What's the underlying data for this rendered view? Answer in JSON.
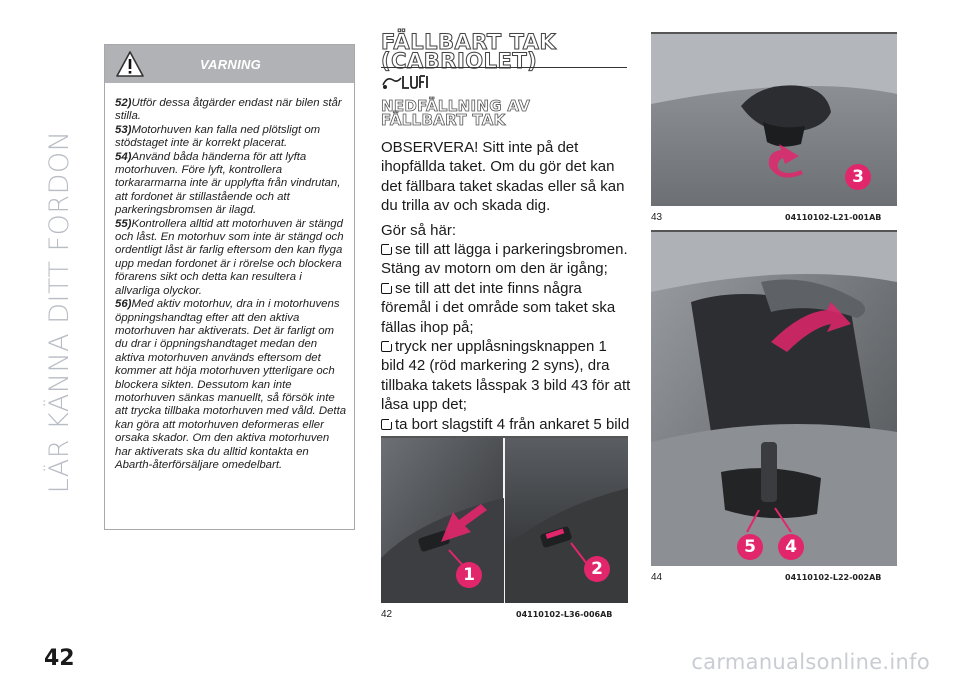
{
  "side_title": "LÄR KÄNNA DITT FORDON",
  "page_number": "42",
  "watermark": "carmanualsonline.info",
  "warning": {
    "title": "VARNING",
    "items": [
      {
        "num": "52)",
        "text": "Utför dessa åtgärder endast när bilen står stilla."
      },
      {
        "num": "53)",
        "text": "Motorhuven kan falla ned plötsligt om stödstaget inte är korrekt placerat."
      },
      {
        "num": "54)",
        "text": "Använd båda händerna för att lyfta motorhuven. Före lyft, kontrollera torkararmarna inte är upplyfta från vindrutan, att fordonet är stillastående och att parkeringsbromsen är ilagd."
      },
      {
        "num": "55)",
        "text": "Kontrollera alltid att motorhuven är stängd och låst. En motorhuv som inte är stängd och ordentligt låst är farlig eftersom den kan flyga upp medan fordonet är i rörelse och blockera förarens sikt och detta kan resultera i allvarliga olyckor."
      },
      {
        "num": "56)",
        "text": "Med aktiv motorhuv, dra in i motorhuvens öppningshandtag efter att den aktiva motorhuven har aktiverats. Det är farligt om du drar i öppningshandtaget medan den aktiva motorhuven används eftersom det kommer att höja motorhuven ytterligare och blockera sikten. Dessutom kan inte motorhuven sänkas manuellt, så försök inte att trycka tillbaka motorhuven med våld. Detta kan göra att motorhuven deformeras eller orsaka skador. Om den aktiva motorhuven har aktiverats ska du alltid kontakta en Abarth-återförsäljare omedelbart."
      }
    ]
  },
  "section_title_1": "FÄLLBART TAK",
  "section_title_2": "(CABRIOLET)",
  "sub_title_1": "NEDFÄLLNING AV",
  "sub_title_2": "FÄLLBART TAK",
  "intro": "OBSERVERA! Sitt inte på det ihopfällda taket. Om du gör det kan det fällbara taket skadas eller så kan du trilla av och skada dig.",
  "lead": "Gör så här:",
  "steps": [
    "se till att lägga i parkeringsbromen. Stäng av motorn om den är igång;",
    "se till att det inte finns några föremål i det område som taket ska fällas ihop på;",
    "tryck ner upplåsningsknappen 1 bild 42 (röd markering 2 syns), dra tillbaka takets låsspak 3 bild 43 för att låsa upp det;",
    "ta bort slagstift 4 från ankaret 5 bild 44;"
  ],
  "figures": {
    "fig42": {
      "num": "42",
      "code": "04110102-L36-006AB",
      "callouts": [
        "1",
        "2"
      ]
    },
    "fig43": {
      "num": "43",
      "code": "04110102-L21-001AB",
      "callouts": [
        "3"
      ]
    },
    "fig44": {
      "num": "44",
      "code": "04110102-L22-002AB",
      "callouts": [
        "5",
        "4"
      ]
    }
  },
  "colors": {
    "accent": "#e2266c",
    "warning_header": "#b1b2b5",
    "side_title": "#b8bcc4"
  }
}
